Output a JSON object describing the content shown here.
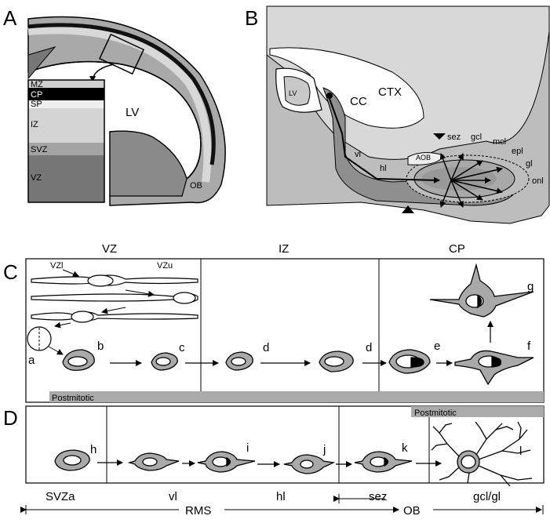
{
  "panels": {
    "A": "A",
    "B": "B",
    "C": "C",
    "D": "D"
  },
  "panel_a": {
    "layers": [
      "MZ",
      "CP",
      "SP",
      "IZ",
      "SVZ",
      "VZ"
    ],
    "lv": "LV",
    "ob": "OB"
  },
  "panel_b": {
    "ctx": "CTX",
    "cc": "CC",
    "lv": "LV",
    "aob": "AOB",
    "vl": "vl",
    "hl": "hl",
    "sez": "sez",
    "gcl": "gcl",
    "mcl": "mcl",
    "epl": "epl",
    "gl": "gl",
    "onl": "onl"
  },
  "panel_c": {
    "zones": {
      "vz": "VZ",
      "iz": "IZ",
      "cp": "CP"
    },
    "sublabels": {
      "vzl": "VZl",
      "vzu": "VZu"
    },
    "cells": [
      "a",
      "b",
      "c",
      "d",
      "d",
      "e",
      "f",
      "g"
    ],
    "postmitotic": "Postmitotic"
  },
  "panel_d": {
    "cells": [
      "h",
      "i",
      "j",
      "k",
      "l"
    ],
    "postmitotic": "Postmitotic",
    "regions": [
      "SVZa",
      "vl",
      "hl",
      "sez",
      "gcl/gl"
    ],
    "spans": {
      "rms": "RMS",
      "ob": "OB"
    }
  },
  "colors": {
    "dark_gray": "#6e6e6e",
    "mid_gray": "#a4a4a4",
    "light_gray": "#d4d4d4",
    "bar_gray": "#aaaaaa"
  }
}
